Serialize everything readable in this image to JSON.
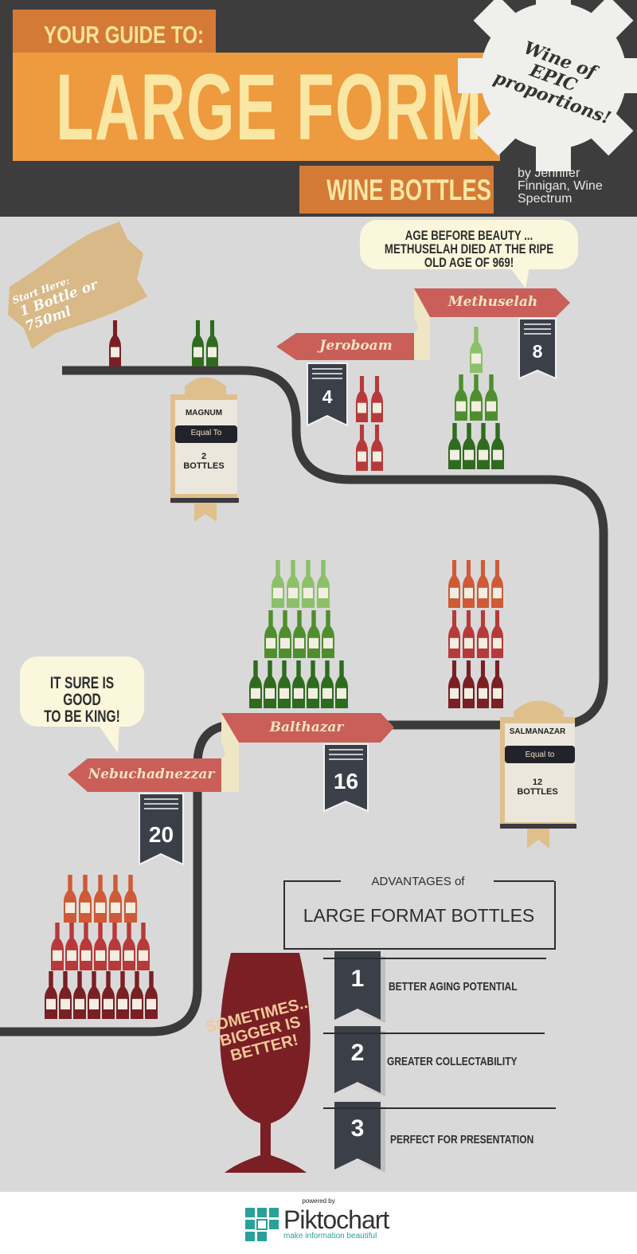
{
  "header": {
    "guide_label": "YOUR GUIDE TO:",
    "headline": "LARGE FORMAT",
    "subheadline": "WINE BOTTLES",
    "author": "by Jennifer Finnigan, Wine Spectrum",
    "gear_tagline": "Wine of EPIC proportions!"
  },
  "start": {
    "line1": "Start Here:",
    "line2": "1 Bottle or 750ml"
  },
  "cards": {
    "magnum": {
      "title": "MAGNUM",
      "equal": "Equal To",
      "value_num": "2",
      "value_unit": "BOTTLES"
    },
    "salmanazar": {
      "title": "SALMANAZAR",
      "equal": "Equal to",
      "value_num": "12",
      "value_unit": "BOTTLES"
    }
  },
  "banners": {
    "jeroboam": {
      "name": "Jeroboam",
      "count": "4"
    },
    "methuselah": {
      "name": "Methuselah",
      "count": "8"
    },
    "balthazar": {
      "name": "Balthazar",
      "count": "16"
    },
    "nebuchadnezzar": {
      "name": "Nebuchadnezzar",
      "count": "20"
    }
  },
  "bubbles": {
    "methuselah": {
      "line1": "AGE BEFORE BEAUTY ...",
      "line2": "METHUSELAH DIED AT THE RIPE",
      "line3": "OLD AGE OF 969!"
    },
    "king": {
      "line1": "IT SURE IS GOOD",
      "line2": "TO BE KING!"
    }
  },
  "advantages": {
    "title": "ADVANTAGES of",
    "subtitle": "LARGE FORMAT BOTTLES",
    "items": [
      {
        "num": "1",
        "label": "BETTER AGING POTENTIAL"
      },
      {
        "num": "2",
        "label": "GREATER COLLECTABILITY"
      },
      {
        "num": "3",
        "label": "PERFECT FOR PRESENTATION"
      }
    ]
  },
  "glass": {
    "line1": "SOMETIMES...",
    "line2": "BIGGER IS",
    "line3": "BETTER!"
  },
  "footer": {
    "powered": "powered by",
    "brand": "Piktochart",
    "tagline": "make information beautiful"
  },
  "colors": {
    "dark_red": "#7a1f24",
    "red": "#b8393a",
    "orange_red": "#cf5a37",
    "dark_green": "#2f6b1e",
    "green": "#4f8e2e",
    "light_green": "#8cc06a",
    "banner": "#c95f58",
    "flag": "#3b3f48"
  }
}
